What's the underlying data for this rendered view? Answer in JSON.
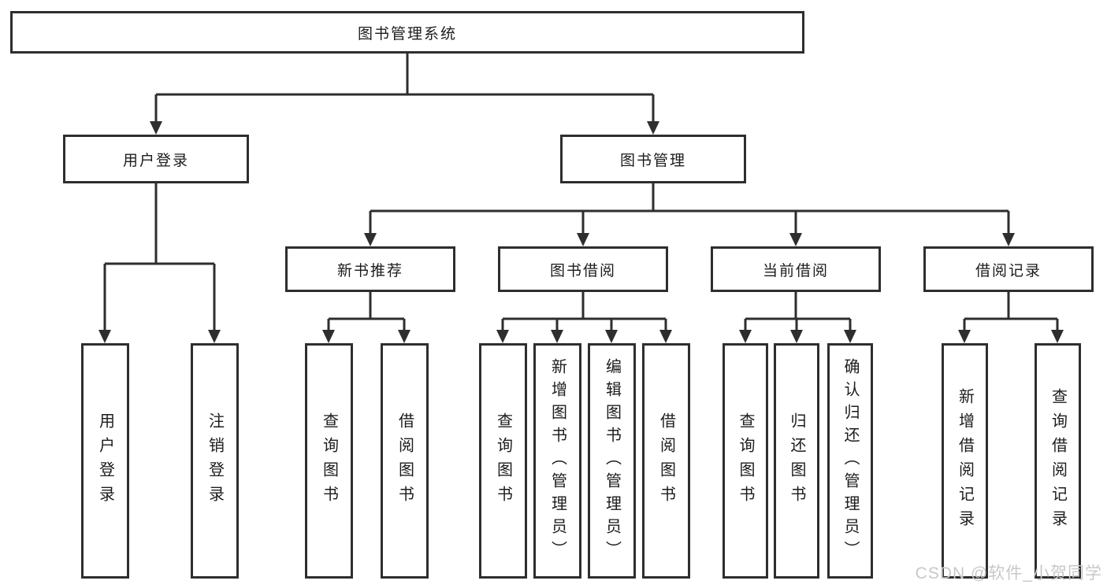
{
  "diagram": {
    "type": "hierarchy-tree",
    "orientation": "top-down"
  },
  "tree": {
    "root": {
      "label": "图书管理系统"
    },
    "branches": [
      {
        "label": "用户登录",
        "children": [
          {
            "label": "用户登录"
          },
          {
            "label": "注销登录"
          }
        ]
      },
      {
        "label": "图书管理",
        "groups": [
          {
            "label": "新书推荐",
            "children": [
              {
                "label": "查询图书"
              },
              {
                "label": "借阅图书"
              }
            ]
          },
          {
            "label": "图书借阅",
            "children": [
              {
                "label": "查询图书"
              },
              {
                "label": "新增图书（管理员）"
              },
              {
                "label": "编辑图书（管理员）"
              },
              {
                "label": "借阅图书"
              }
            ]
          },
          {
            "label": "当前借阅",
            "children": [
              {
                "label": "查询图书"
              },
              {
                "label": "归还图书"
              },
              {
                "label": "确认归还（管理员）"
              }
            ]
          },
          {
            "label": "借阅记录",
            "children": [
              {
                "label": "新增借阅记录"
              },
              {
                "label": "查询借阅记录"
              }
            ]
          }
        ]
      }
    ]
  },
  "watermark": {
    "text": "CSDN @软件_小贺同学"
  },
  "colors": {
    "line": "#2e2e2e",
    "box_border": "#2e2e2e",
    "text": "#1c1c1c",
    "watermark": "#c8c8c8",
    "background": "#ffffff"
  }
}
